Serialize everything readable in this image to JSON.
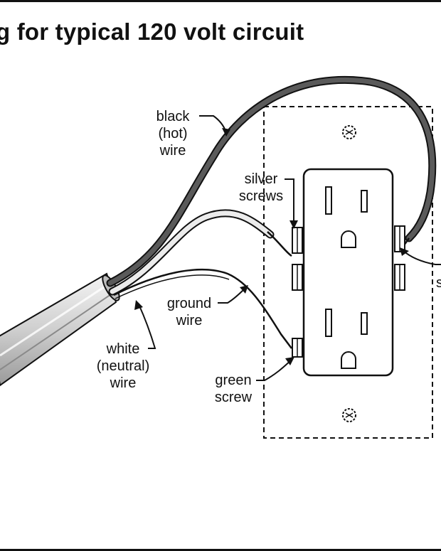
{
  "title": "g for typical 120 volt circuit",
  "labels": {
    "black_wire": [
      "black",
      "(hot)",
      "wire"
    ],
    "silver_screws": [
      "silver",
      "screws"
    ],
    "ground_wire": [
      "ground",
      "wire"
    ],
    "white_wire": [
      "white",
      "(neutral)",
      "wire"
    ],
    "green_screw": [
      "green",
      "screw"
    ],
    "edge_label": "s"
  },
  "colors": {
    "ink": "#111111",
    "black_wire": "#555555",
    "white_wire": "#e6e6e6",
    "cable_jacket": "#d4d4d4",
    "box_outline": "#111111"
  }
}
